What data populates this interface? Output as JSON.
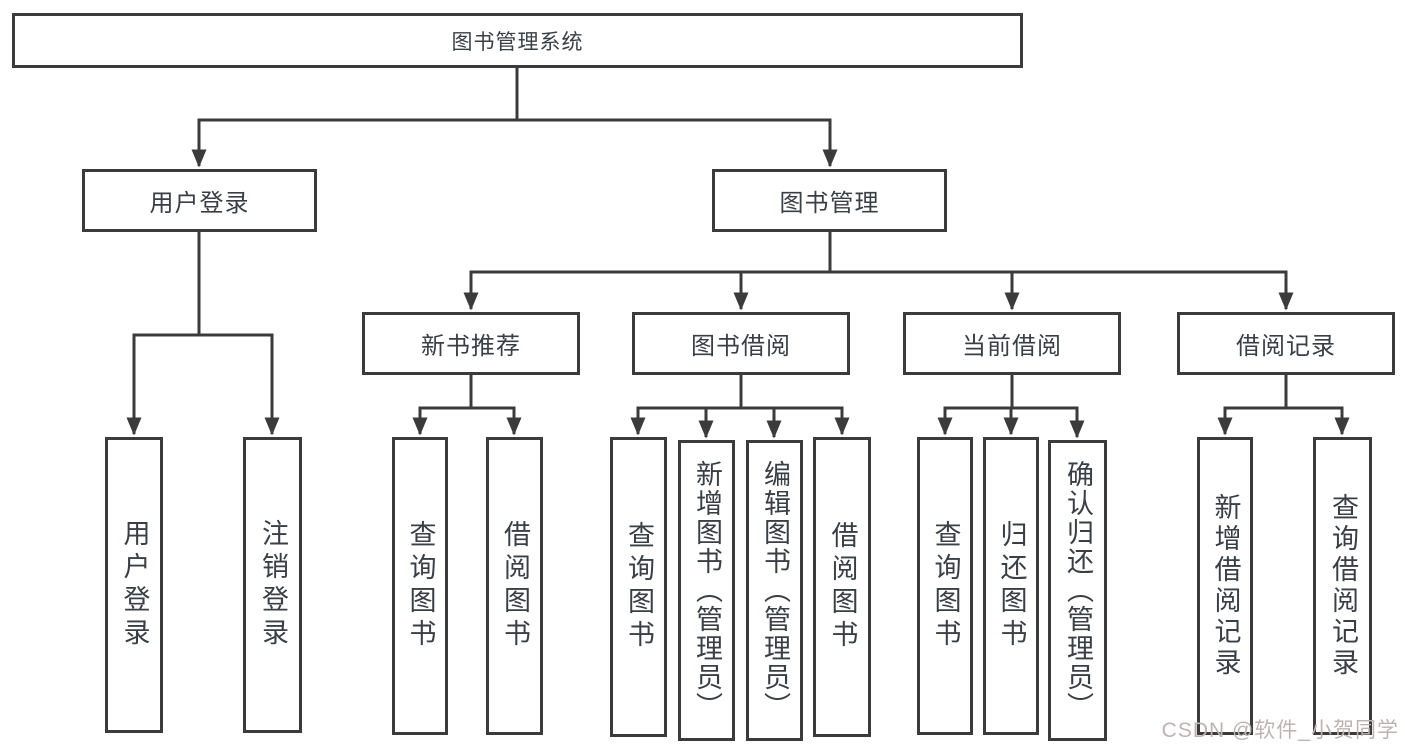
{
  "diagram": {
    "root": {
      "label": "图书管理系统"
    },
    "level1": [
      {
        "label": "用户登录"
      },
      {
        "label": "图书管理"
      }
    ],
    "level2": [
      {
        "label": "新书推荐"
      },
      {
        "label": "图书借阅"
      },
      {
        "label": "当前借阅"
      },
      {
        "label": "借阅记录"
      }
    ],
    "leaves": {
      "login": [
        "用户登录",
        "注销登录"
      ],
      "recommend": [
        "查询图书",
        "借阅图书"
      ],
      "borrowing": [
        "查询图书",
        "新增图书（管理员）",
        "编辑图书（管理员）",
        "借阅图书"
      ],
      "current": [
        "查询图书",
        "归还图书",
        "确认归还（管理员）"
      ],
      "records": [
        "新增借阅记录",
        "查询借阅记录"
      ]
    }
  },
  "watermark": {
    "text": "CSDN @软件_小贺同学"
  },
  "colors": {
    "line": "#3b3b3b",
    "text": "#3a3e45",
    "watermark": "#bdb3b3",
    "background": "#ffffff"
  }
}
